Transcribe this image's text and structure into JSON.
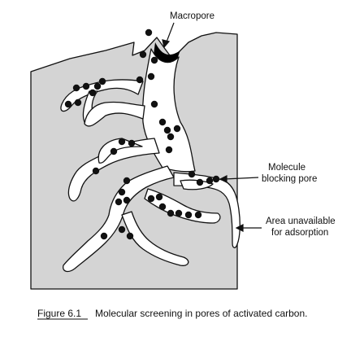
{
  "diagram": {
    "labels": {
      "macropore": "Macropore",
      "blocking_line1": "Molecule",
      "blocking_line2": "blocking pore",
      "unavailable_line1": "Area unavailable",
      "unavailable_line2": "for adsorption"
    },
    "caption": {
      "figure_label": "Figure 6.1",
      "text": "Molecular screening in pores of activated carbon."
    },
    "colors": {
      "carbon_fill": "#d4d4d4",
      "pore_fill": "#ffffff",
      "outline": "#111111",
      "molecule": "#111111"
    }
  }
}
